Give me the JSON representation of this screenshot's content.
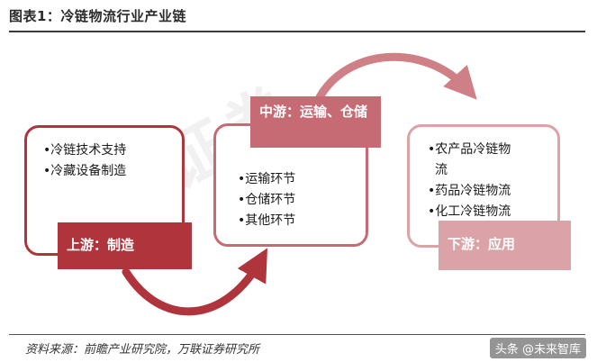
{
  "figure": {
    "title": "图表1：冷链物流行业产业链",
    "source": "资料来源：前瞻产业研究院，万联证券研究所",
    "watermark": "万联证券",
    "credit": "头条 @未来智库"
  },
  "stages": [
    {
      "label": "上游：制造",
      "items": [
        "•冷链技术支持",
        "•冷藏设备制造"
      ]
    },
    {
      "label": "中游：运输、仓储",
      "items": [
        "•运输环节",
        "•仓储环节",
        "•其他环节"
      ]
    },
    {
      "label": "下游：应用",
      "items": [
        "•农产品冷链物",
        "流",
        "•药品冷链物流",
        "•化工冷链物流"
      ]
    }
  ],
  "colors": {
    "upstream": "#b0343c",
    "midstream": "#c66a73",
    "downstream": "#dba3a8"
  }
}
